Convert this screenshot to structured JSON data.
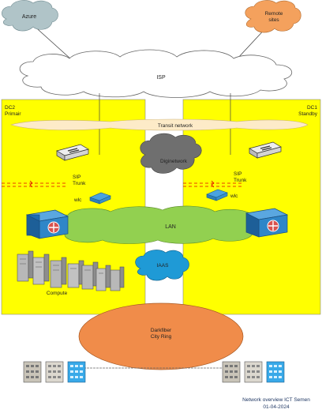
{
  "clouds": {
    "azure": "Azure",
    "remote": "Remote\nsites",
    "isp": "ISP",
    "diginetwork": "Diginetwork",
    "lan": "LAN",
    "iaas": "IAAS"
  },
  "datacenters": {
    "dc2": "DC2\nPrimair",
    "dc1": "DC1\nStandby"
  },
  "links": {
    "transit": "Transit network",
    "sip_left": "SIP\nTrunk",
    "sip_right": "SIP\nTrunk",
    "wlc_left": "wlc",
    "wlc_right": "wlc"
  },
  "compute": "Compute",
  "darkfiber": "Darkfiber\nCity Ring",
  "footer": {
    "title": "Network overview ICT Semen",
    "date": "01-04-2024"
  },
  "colors": {
    "dc_yellow": "#ffff00",
    "azure_cloud": "#b0c4c8",
    "remote_cloud": "#f4a15d",
    "darkfiber": "#f08c4a",
    "lan": "#92d050",
    "iaas": "#1f9ad6",
    "diginetwork": "#6f6f6f",
    "transit": "#fdebc8"
  }
}
